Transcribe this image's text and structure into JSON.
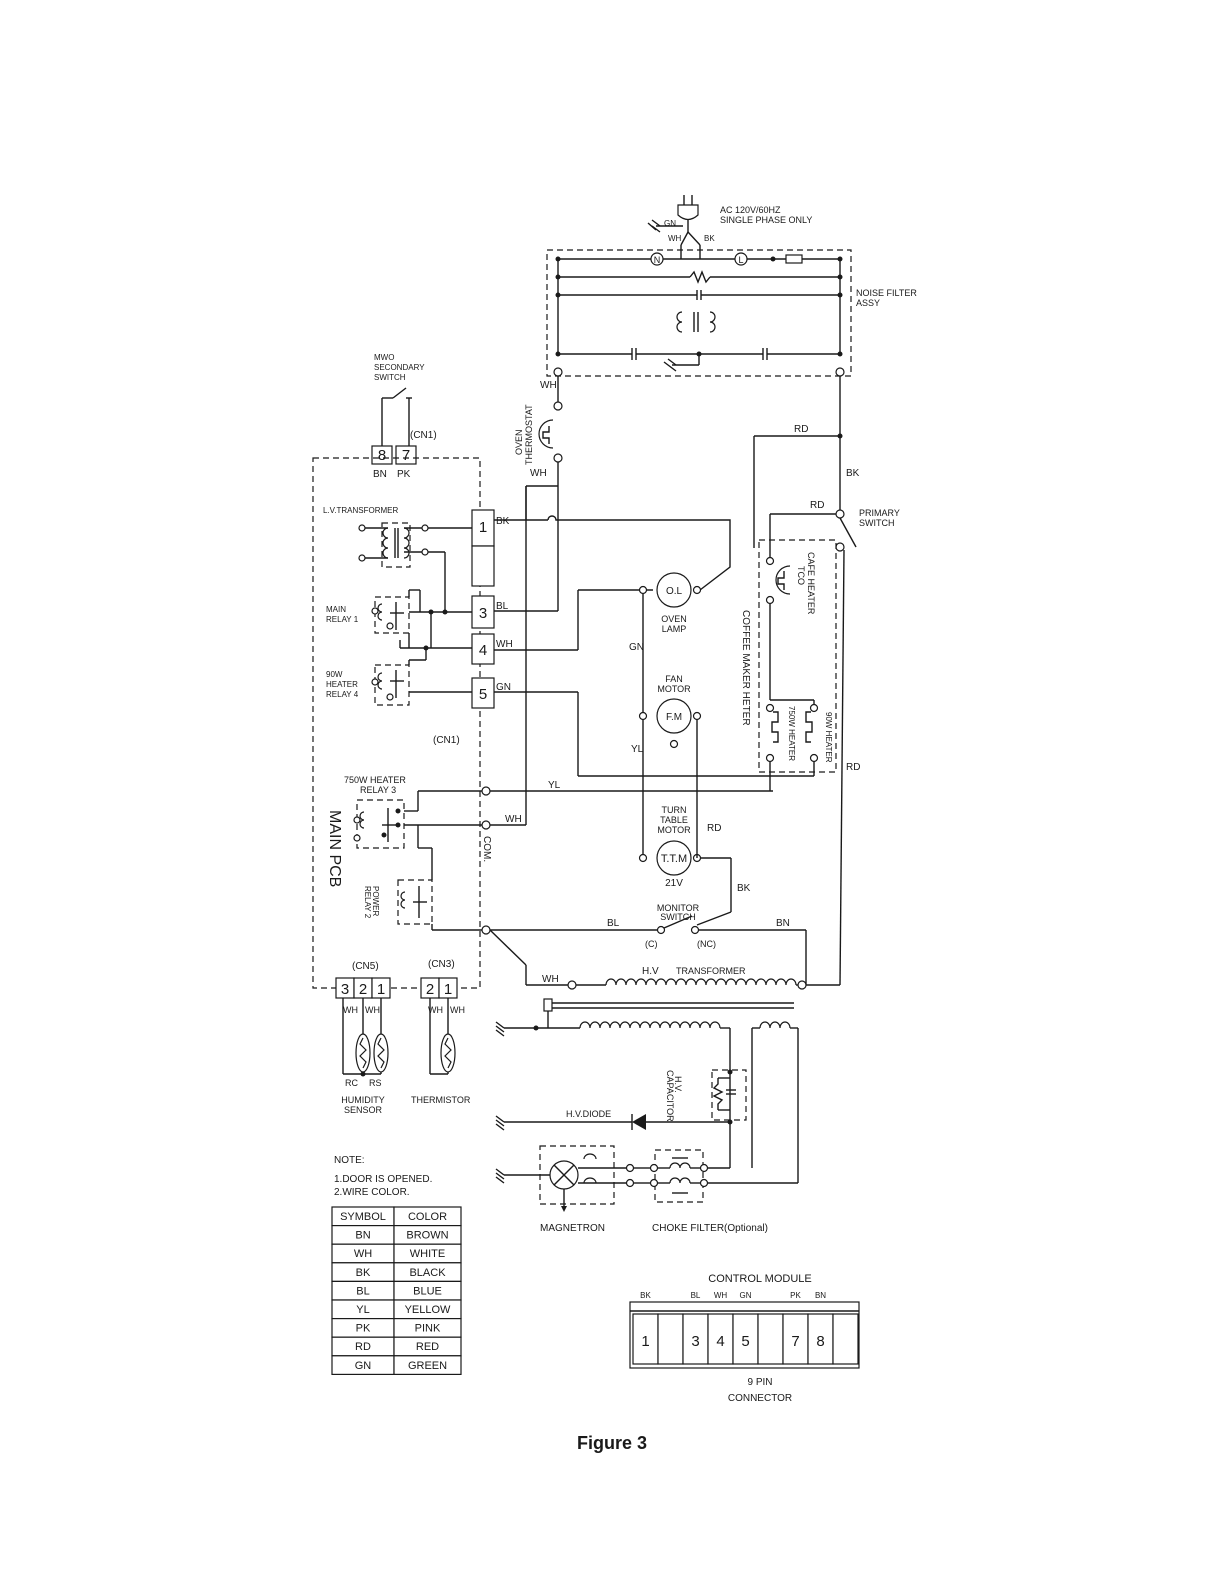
{
  "figure_caption": "Figure 3",
  "power": {
    "line1": "AC 120V/60HZ",
    "line2": "SINGLE PHASE ONLY",
    "n": "N",
    "l": "L",
    "gn": "GN",
    "wh": "WH",
    "bk": "BK"
  },
  "noise_filter": {
    "line1": "NOISE FILTER",
    "line2": "ASSY"
  },
  "mwo_switch": {
    "line1": "MWO",
    "line2": "SECONDARY",
    "line3": "SWITCH"
  },
  "cn1_top": {
    "label": "(CN1)",
    "pin8": "8",
    "pin7": "7",
    "wire8": "BN",
    "wire7": "PK"
  },
  "main_pcb": {
    "title": "MAIN PCB",
    "lv_transformer": "L.V.TRANSFORMER",
    "main_relay": {
      "line1": "MAIN",
      "line2": "RELAY 1"
    },
    "heater_relay4": {
      "line1": "90W",
      "line2": "HEATER",
      "line3": "RELAY 4"
    },
    "cn1_label": "(CN1)",
    "heater_relay3": {
      "line1": "750W HEATER",
      "line2": "RELAY 3"
    },
    "power_relay": {
      "line1": "POWER",
      "line2": "RELAY 2"
    },
    "com": "COM.",
    "connector_pins": [
      "1",
      "3",
      "4",
      "5"
    ],
    "connector_wires": [
      "BK",
      "BL",
      "WH",
      "GN"
    ]
  },
  "oven_thermostat": {
    "line1": "OVEN",
    "line2": "THERMOSTAT"
  },
  "primary_switch": {
    "line1": "PRIMARY",
    "line2": "SWITCH"
  },
  "oven_lamp": {
    "symbol": "O.L",
    "line1": "OVEN",
    "line2": "LAMP"
  },
  "fan_motor": {
    "symbol": "F.M",
    "line1": "FAN",
    "line2": "MOTOR"
  },
  "turntable_motor": {
    "symbol": "T.T.M",
    "line1": "TURN",
    "line2": "TABLE",
    "line3": "MOTOR",
    "voltage": "21V"
  },
  "coffee_maker": {
    "title": "COFFEE MAKER HETER",
    "cafe_heater": "CAFE HEATER",
    "tco": "TCO",
    "h750": "750W HEATER",
    "h90": "90W HEATER"
  },
  "monitor_switch": {
    "line1": "MONITOR",
    "line2": "SWITCH",
    "c": "(C)",
    "nc": "(NC)"
  },
  "hv_transformer": {
    "hv": "H.V",
    "label": "TRANSFORMER"
  },
  "hv_capacitor": {
    "line1": "H.V.",
    "line2": "CAPACITOR"
  },
  "hv_diode": "H.V.DIODE",
  "magnetron": "MAGNETRON",
  "choke_filter": "CHOKE FILTER(Optional)",
  "cn5": {
    "label": "(CN5)",
    "pins": [
      "3",
      "2",
      "1"
    ],
    "wires": [
      "WH",
      "WH"
    ],
    "rc": "RC",
    "rs": "RS"
  },
  "cn3": {
    "label": "(CN3)",
    "pins": [
      "2",
      "1"
    ],
    "wires": [
      "WH",
      "WH"
    ]
  },
  "humidity_sensor": {
    "line1": "HUMIDITY",
    "line2": "SENSOR"
  },
  "thermistor": "THERMISTOR",
  "wire_labels": {
    "wh_top": "WH",
    "wh_thermo": "WH",
    "rd_top": "RD",
    "bk_right": "BK",
    "rd_primary": "RD",
    "gn_mid": "GN",
    "yl_fan": "YL",
    "yl_line": "YL",
    "wh_line": "WH",
    "rd_right": "RD",
    "rd_ttm": "RD",
    "bk_monitor": "BK",
    "bl_line": "BL",
    "bn_line": "BN",
    "wh_hv": "WH"
  },
  "note": {
    "title": "NOTE:",
    "item1": "1.DOOR IS OPENED.",
    "item2": "2.WIRE COLOR."
  },
  "color_table": {
    "headers": [
      "SYMBOL",
      "COLOR"
    ],
    "rows": [
      [
        "BN",
        "BROWN"
      ],
      [
        "WH",
        "WHITE"
      ],
      [
        "BK",
        "BLACK"
      ],
      [
        "BL",
        "BLUE"
      ],
      [
        "YL",
        "YELLOW"
      ],
      [
        "PK",
        "PINK"
      ],
      [
        "RD",
        "RED"
      ],
      [
        "GN",
        "GREEN"
      ]
    ]
  },
  "control_module": {
    "title": "CONTROL MODULE",
    "wire_labels": [
      "BK",
      "BL",
      "WH",
      "GN",
      "PK",
      "BN"
    ],
    "pins": [
      "1",
      "",
      "3",
      "4",
      "5",
      "",
      "7",
      "8",
      ""
    ],
    "footer1": "9 PIN",
    "footer2": "CONNECTOR"
  }
}
